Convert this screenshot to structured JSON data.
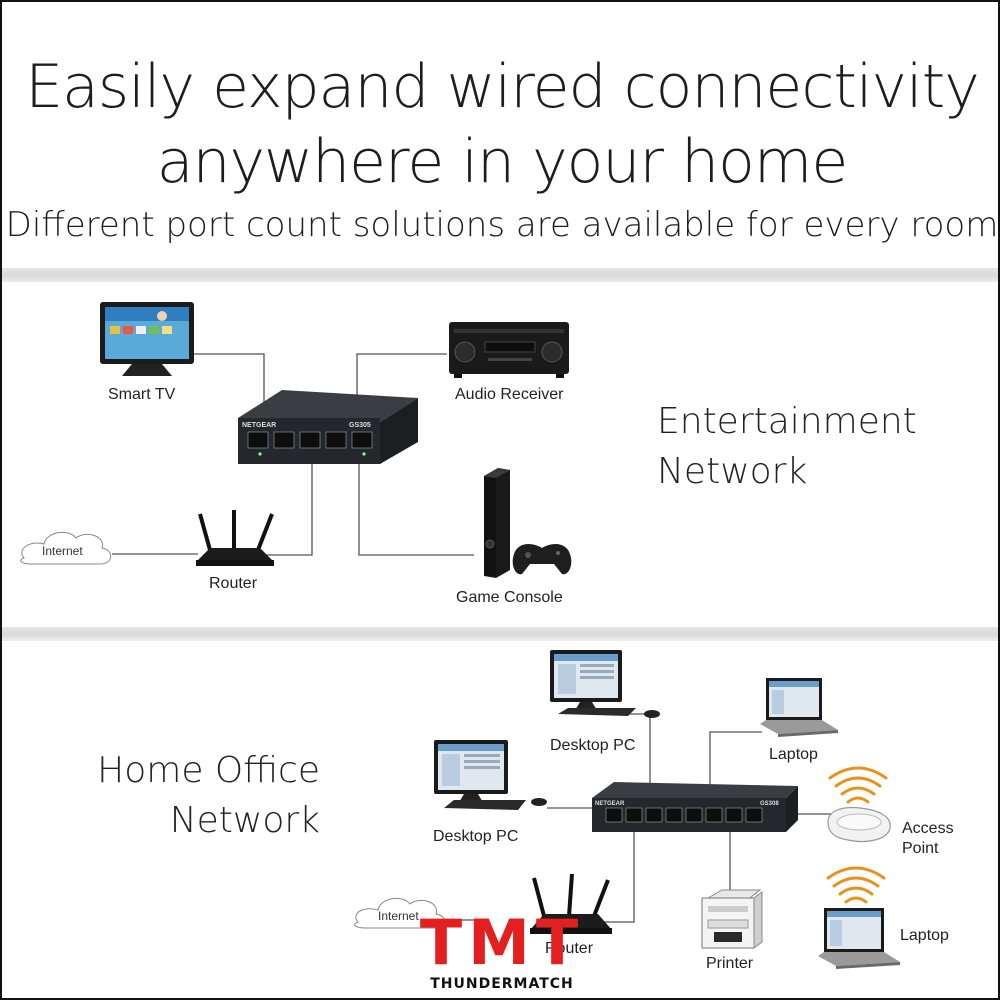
{
  "header": {
    "headline_line1": "Easily expand wired connectivity",
    "headline_line2": "anywhere in your home",
    "subheadline": "Different port count solutions are available for every room"
  },
  "entertainment": {
    "section_title_line1": "Entertainment",
    "section_title_line2": "Network",
    "switch_model": "GS305",
    "switch_brand": "NETGEAR",
    "cloud_label": "Internet",
    "devices": {
      "smart_tv": "Smart TV",
      "audio_receiver": "Audio Receiver",
      "router": "Router",
      "game_console": "Game Console"
    }
  },
  "office": {
    "section_title_line1": "Home Office",
    "section_title_line2": "Network",
    "switch_model": "GS308",
    "switch_brand": "NETGEAR",
    "cloud_label": "Internet",
    "devices": {
      "desktop_pc_top": "Desktop PC",
      "desktop_pc_left": "Desktop PC",
      "laptop_top": "Laptop",
      "access_point_line1": "Access",
      "access_point_line2": "Point",
      "router": "Router",
      "printer": "Printer",
      "laptop_bottom": "Laptop"
    }
  },
  "watermark": {
    "letters": "TMT",
    "word": "THUNDERMATCH"
  },
  "colors": {
    "device_dark": "#1e1e1e",
    "switch_body": "#2b2f33",
    "cable": "#555555",
    "wifi_orange": "#e8921c",
    "logo_red": "#e41f1f",
    "band_gray": "#dedede"
  }
}
